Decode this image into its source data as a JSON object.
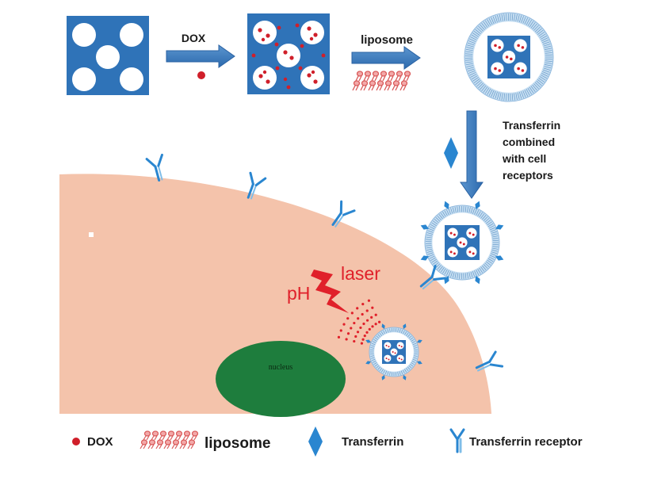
{
  "labels": {
    "dox_step": "DOX",
    "liposome_step": "liposome",
    "transferrin_note": [
      "Transferrin",
      "combined",
      "with cell",
      "receptors"
    ],
    "laser": "laser",
    "ph": "pH",
    "nucleus": "nucleus"
  },
  "legend": {
    "dox": "DOX",
    "liposome": "liposome",
    "transferrin": "Transferrin",
    "receptor": "Transferrin receptor"
  },
  "colors": {
    "blue": "#2f73b8",
    "light_blue": "#c9e0f3",
    "cell": "#f4c3ab",
    "nucleus": "#1e7d3d",
    "dox_red": "#d01f2a",
    "laser_red": "#e0202a"
  }
}
